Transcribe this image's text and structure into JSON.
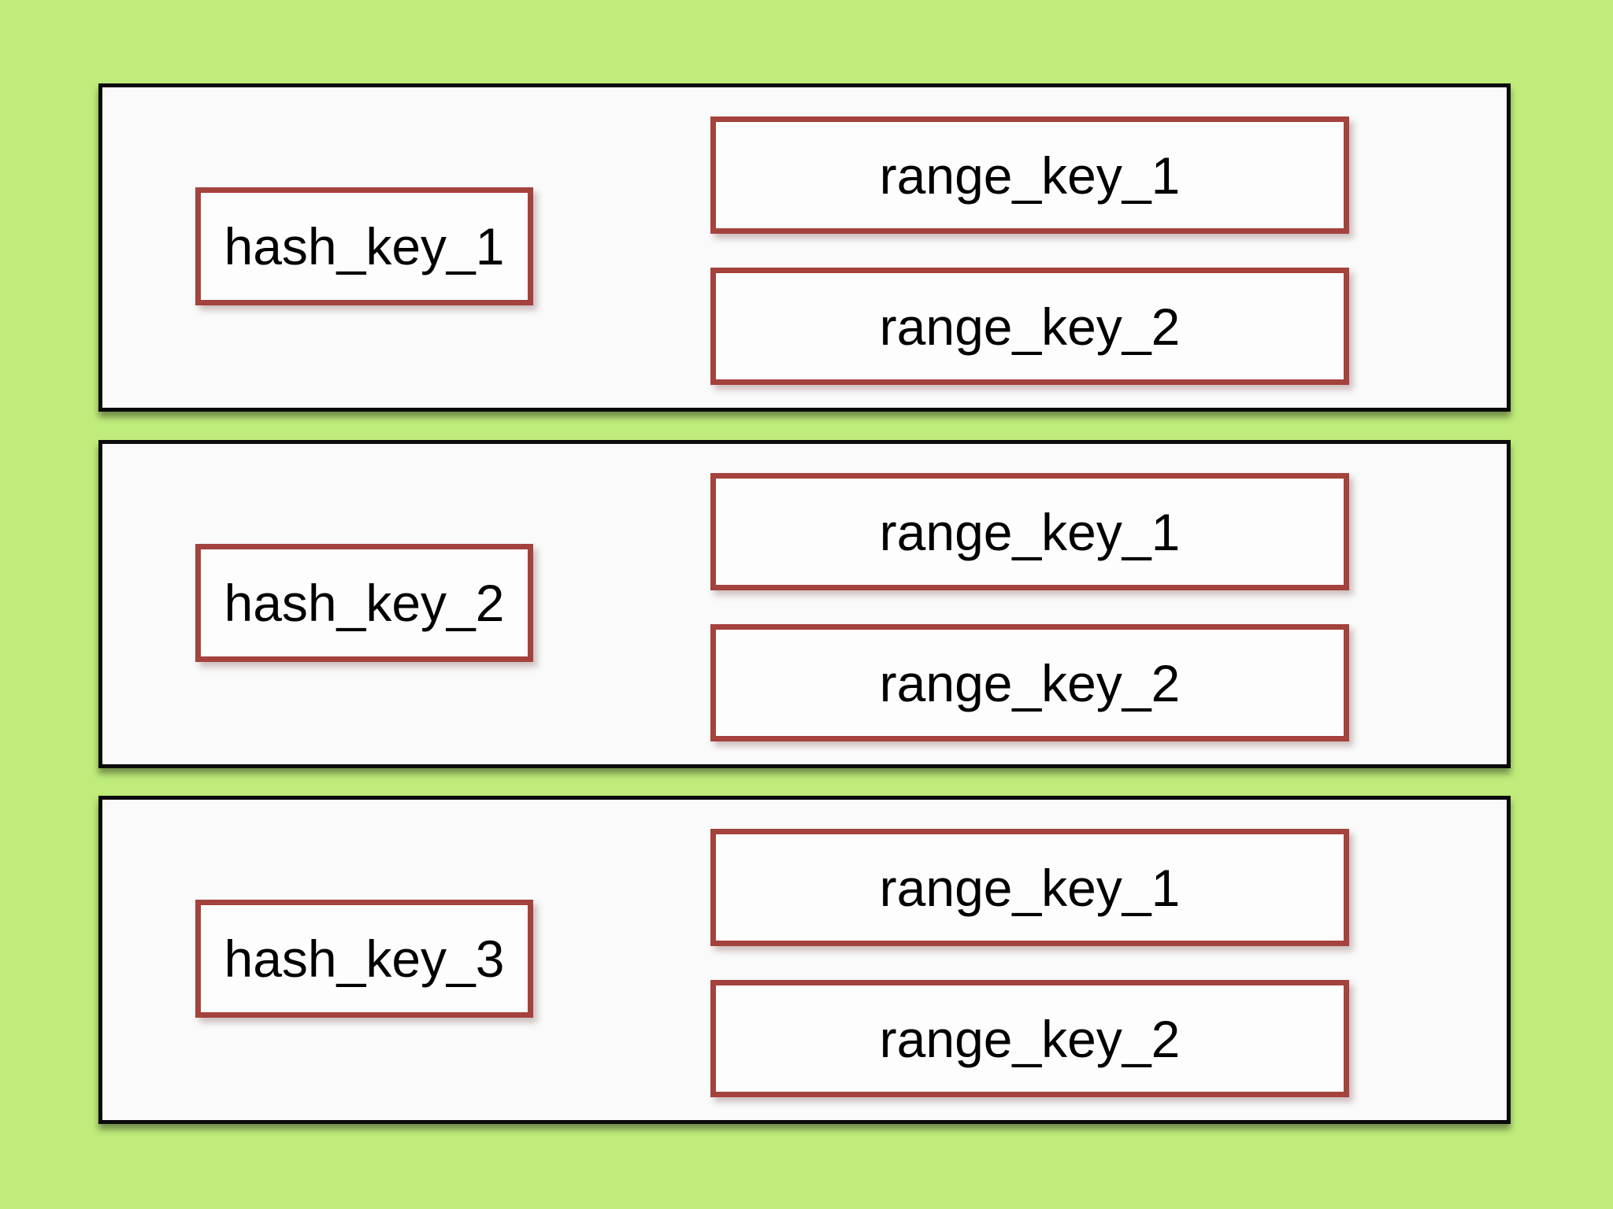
{
  "diagram": {
    "description_colors": {
      "background": "#bfec7a",
      "panel_border": "#0b0b0b",
      "panel_fill": "#fafafa",
      "key_border": "#a4423d",
      "key_fill": "#fdfdfd",
      "text": "#000000"
    }
  },
  "panels": [
    {
      "hash_key": "hash_key_1",
      "range_keys": [
        "range_key_1",
        "range_key_2"
      ]
    },
    {
      "hash_key": "hash_key_2",
      "range_keys": [
        "range_key_1",
        "range_key_2"
      ]
    },
    {
      "hash_key": "hash_key_3",
      "range_keys": [
        "range_key_1",
        "range_key_2"
      ]
    }
  ]
}
